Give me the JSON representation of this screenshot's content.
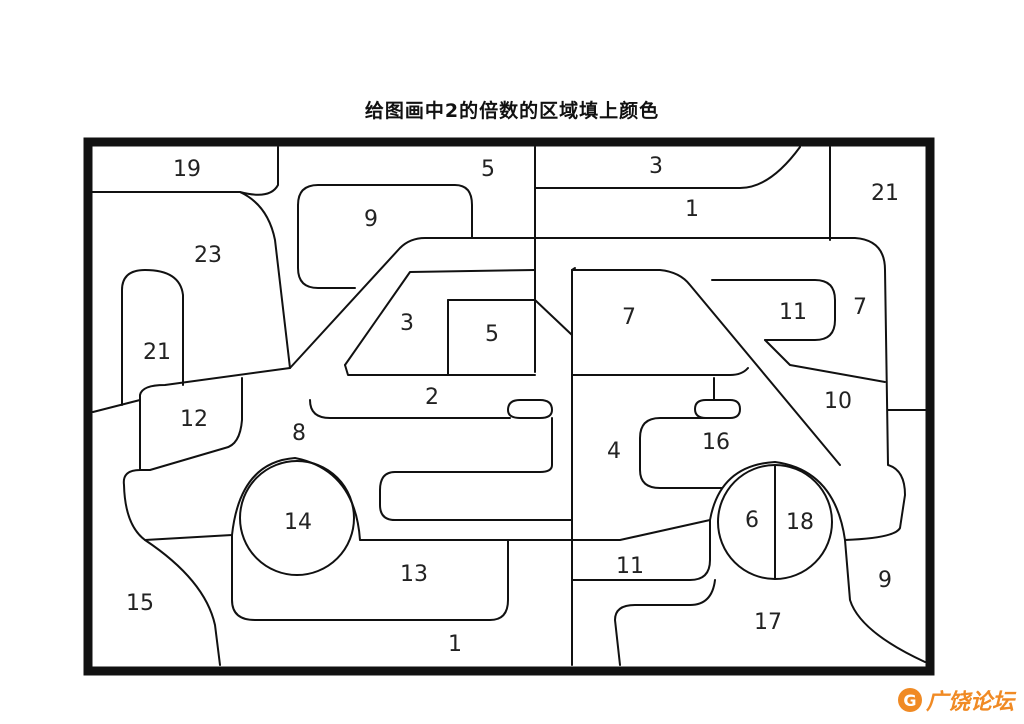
{
  "title": "给图画中2的倍数的区域填上颜色",
  "regions": [
    {
      "id": "r1",
      "label": "19"
    },
    {
      "id": "r2",
      "label": "5"
    },
    {
      "id": "r3",
      "label": "3"
    },
    {
      "id": "r4",
      "label": "1"
    },
    {
      "id": "r5",
      "label": "21"
    },
    {
      "id": "r6",
      "label": "9"
    },
    {
      "id": "r7",
      "label": "23"
    },
    {
      "id": "r8",
      "label": "21"
    },
    {
      "id": "r9",
      "label": "3"
    },
    {
      "id": "r10",
      "label": "5"
    },
    {
      "id": "r11",
      "label": "7"
    },
    {
      "id": "r12",
      "label": "11"
    },
    {
      "id": "r13",
      "label": "7"
    },
    {
      "id": "r14",
      "label": "2"
    },
    {
      "id": "r15",
      "label": "12"
    },
    {
      "id": "r16",
      "label": "8"
    },
    {
      "id": "r17",
      "label": "10"
    },
    {
      "id": "r18",
      "label": "4"
    },
    {
      "id": "r19",
      "label": "16"
    },
    {
      "id": "r20",
      "label": "14"
    },
    {
      "id": "r21",
      "label": "6"
    },
    {
      "id": "r22",
      "label": "18"
    },
    {
      "id": "r23",
      "label": "13"
    },
    {
      "id": "r24",
      "label": "11"
    },
    {
      "id": "r25",
      "label": "9"
    },
    {
      "id": "r26",
      "label": "15"
    },
    {
      "id": "r27",
      "label": "17"
    },
    {
      "id": "r28",
      "label": "1"
    }
  ],
  "watermark": {
    "logo": "G",
    "text": "广饶论坛"
  }
}
